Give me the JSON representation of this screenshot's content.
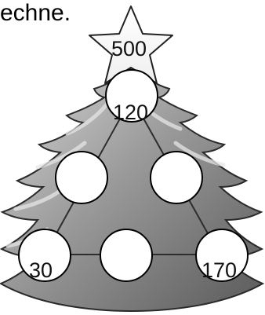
{
  "instruction_text": "echne.",
  "star": {
    "value": "500"
  },
  "tree_nodes": {
    "top": "120",
    "middle_left": "",
    "middle_right": "",
    "bottom_left": "30",
    "bottom_middle": "",
    "bottom_right": "170"
  },
  "colors": {
    "tree_fill": "#8f8f8f",
    "tree_dark": "#5a5a5a",
    "tree_light": "#c8c8c8",
    "circle_fill": "#ffffff",
    "outline": "#000000"
  }
}
